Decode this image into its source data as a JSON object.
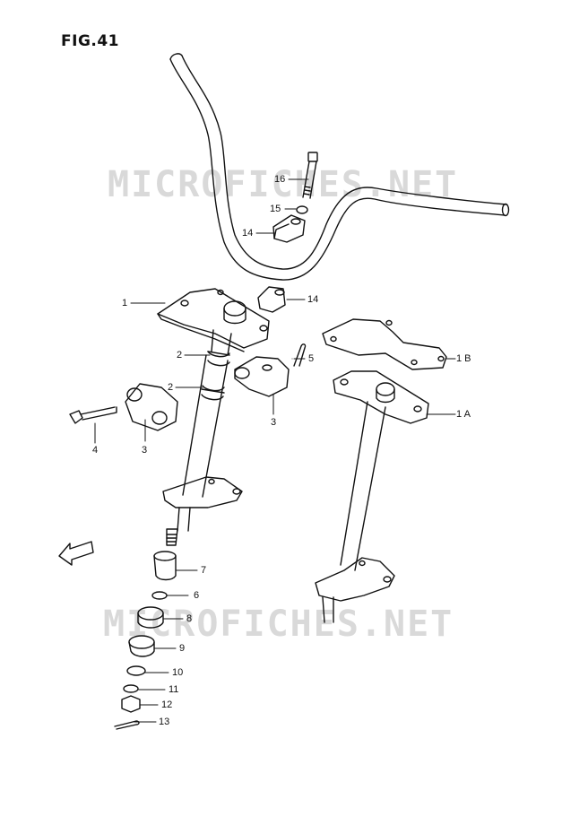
{
  "figure": {
    "title": "FIG.41"
  },
  "watermark": "MICROFICHES.NET",
  "direction_tag": "FWD",
  "callouts": {
    "c1": "1",
    "c1b": "1 B",
    "c1a": "1 A",
    "c2a": "2",
    "c2b": "2",
    "c3a": "3",
    "c3b": "3",
    "c4": "4",
    "c5": "5",
    "c6": "6",
    "c7": "7",
    "c8": "8",
    "c9": "9",
    "c10": "10",
    "c11": "11",
    "c12": "12",
    "c13": "13",
    "c14a": "14",
    "c14b": "14",
    "c15": "15",
    "c16": "16"
  }
}
